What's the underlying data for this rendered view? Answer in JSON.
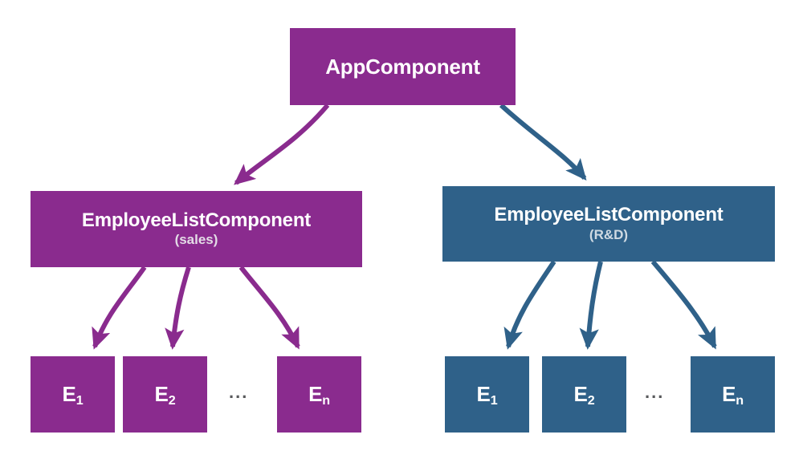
{
  "diagram": {
    "type": "component-tree",
    "title": "Angular component tree with two EmployeeListComponent instances",
    "colors": {
      "purple": "#8a2b8e",
      "blue": "#2f6189",
      "background": "#ffffff",
      "text": "#ffffff",
      "subtitle_on_purple": "#e3dce6",
      "subtitle_on_blue": "#cfdae3",
      "ellipsis": "#58595b"
    },
    "root": {
      "label": "AppComponent",
      "color_key": "purple"
    },
    "branches": [
      {
        "id": "sales",
        "color_key": "purple",
        "label": "EmployeeListComponent",
        "subtitle": "(sales)",
        "ellipsis": "...",
        "leaves": [
          {
            "letter": "E",
            "index": "1"
          },
          {
            "letter": "E",
            "index": "2"
          },
          {
            "letter": "E",
            "index": "n"
          }
        ]
      },
      {
        "id": "rnd",
        "color_key": "blue",
        "label": "EmployeeListComponent",
        "subtitle": "(R&D)",
        "ellipsis": "...",
        "leaves": [
          {
            "letter": "E",
            "index": "1"
          },
          {
            "letter": "E",
            "index": "2"
          },
          {
            "letter": "E",
            "index": "n"
          }
        ]
      }
    ]
  }
}
